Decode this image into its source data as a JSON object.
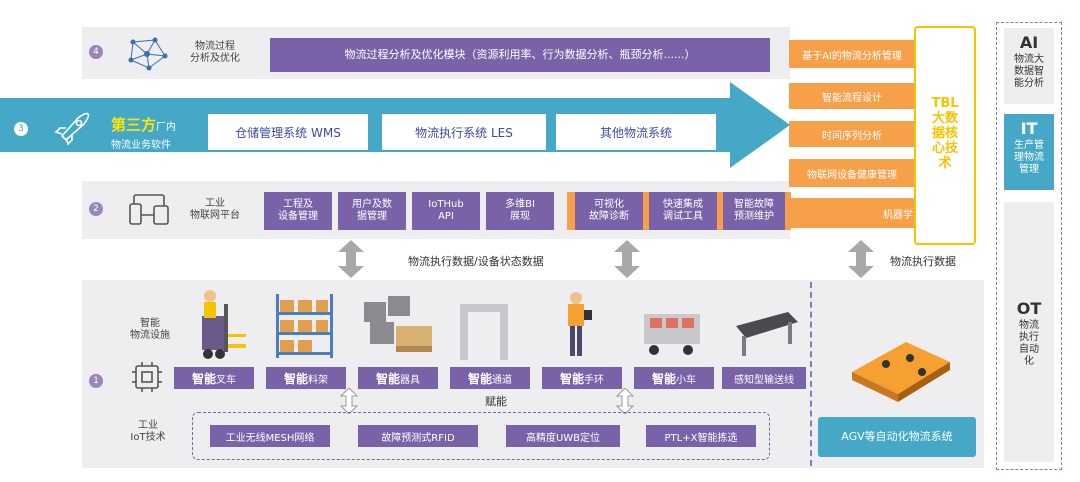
{
  "layers": {
    "analysis": {
      "num": "4",
      "name": "物流过程\n分析及优化",
      "module": "物流过程分析及优化模块（资源利用率、行为数据分析、瓶颈分析......）"
    },
    "software": {
      "num": "3",
      "brand": "第三方",
      "brand_suffix": "厂内",
      "sub": "物流业务软件",
      "systems": [
        "仓储管理系统  WMS",
        "物流执行系统  LES",
        "其他物流系统"
      ]
    },
    "platform": {
      "num": "2",
      "name": "工业\n物联网平台",
      "modules": [
        "工程及\n设备管理",
        "用户及数\n据管理",
        "IoTHub\nAPI",
        "多维BI\n展现"
      ],
      "tools": [
        "可视化\n故障诊断",
        "快速集成\n调试工具",
        "智能故障\n预测维护"
      ]
    },
    "data_flow_1": "物流执行数据/设备状态数据",
    "data_flow_2": "物流执行数据",
    "facility": {
      "num": "1",
      "name": "智能\n物流设施",
      "items": [
        {
          "strong": "智能",
          "rest": "叉车"
        },
        {
          "strong": "智能",
          "rest": "料架"
        },
        {
          "strong": "智能",
          "rest": "器具"
        },
        {
          "strong": "智能",
          "rest": "通道"
        },
        {
          "strong": "智能",
          "rest": "手环"
        },
        {
          "strong": "智能",
          "rest": "小车"
        },
        {
          "strong": "",
          "rest": "感知型输送线"
        }
      ],
      "empower": "赋能",
      "iot_name": "工业\nIoT技术",
      "iot_tech": [
        "工业无线MESH网络",
        "故障预测式RFID",
        "高精度UWB定位",
        "PTL+X智能拣选"
      ],
      "agv": "AGV等自动化物流系统"
    },
    "tbl": {
      "title": "TBL\n大数\n据核\n心技\n术",
      "items": [
        "基于AI的物流分析管理",
        "智能流程设计",
        "时间序列分析",
        "物联网设备健康管理",
        "机器学习"
      ]
    }
  },
  "side": {
    "ai": {
      "title": "AI",
      "desc": "物流大\n数据智\n能分析"
    },
    "it": {
      "title": "IT",
      "desc": "生产管\n理物流\n管理"
    },
    "ot": {
      "title": "OT",
      "desc": "物流\n执行\n自动\n化"
    }
  },
  "colors": {
    "purple": "#7a62a8",
    "teal": "#44a8c6",
    "orange": "#f7a04a",
    "yellow": "#f5c400",
    "grey_bg": "#eeeef0"
  }
}
